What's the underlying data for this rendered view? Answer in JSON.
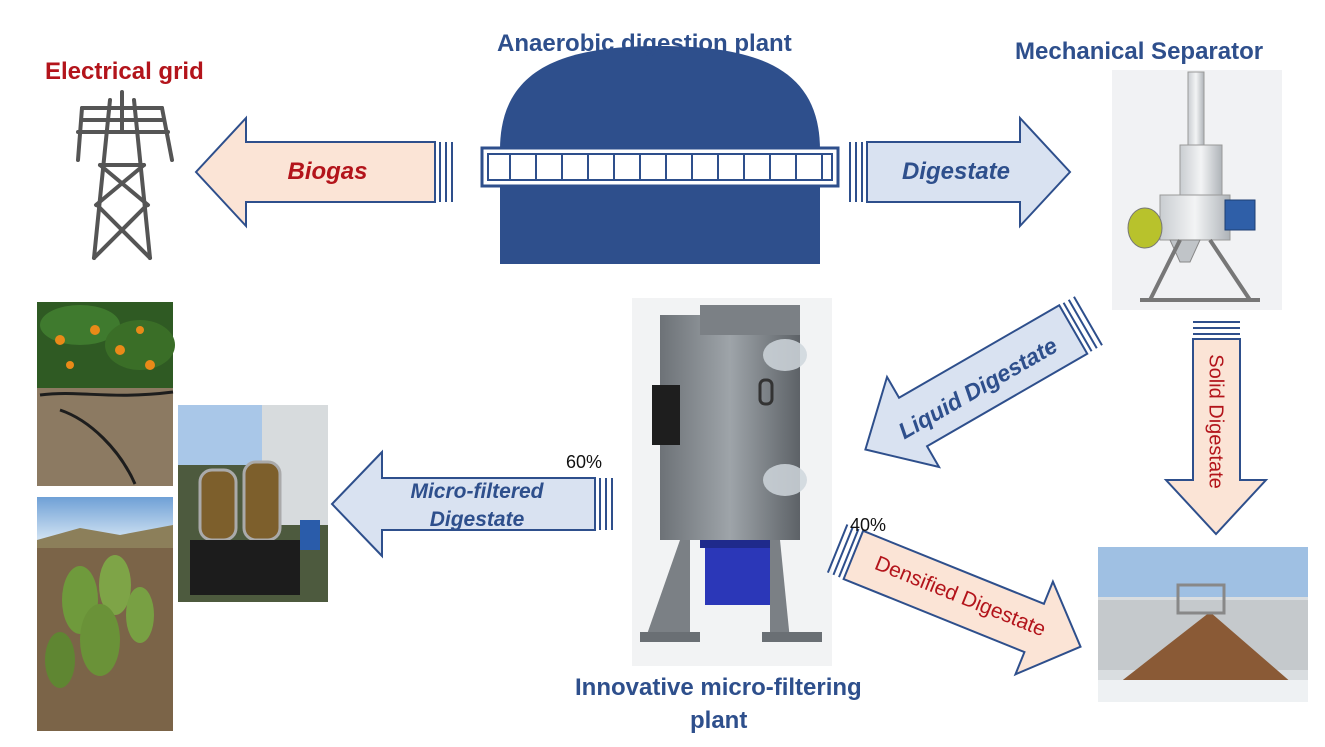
{
  "titles": {
    "ad_plant": "Anaerobic digestion plant",
    "grid": "Electrical grid",
    "separator": "Mechanical Separator",
    "microfilter_line1": "Innovative micro-filtering",
    "microfilter_line2": "plant"
  },
  "arrows": {
    "biogas": "Biogas",
    "digestate": "Digestate",
    "liquid": "Liquid Digestate",
    "solid": "Solid Digestate",
    "micro_line1": "Micro-filtered",
    "micro_line2": "Digestate",
    "densified": "Densified Digestate"
  },
  "percentages": {
    "micro": "60%",
    "densified": "40%"
  },
  "colors": {
    "title_blue": "#2e4f8c",
    "title_red": "#b3141b",
    "arrow_blue_fill": "#d9e2f1",
    "arrow_pink_fill": "#fbe4d6",
    "arrow_stroke": "#2e4f8c"
  }
}
